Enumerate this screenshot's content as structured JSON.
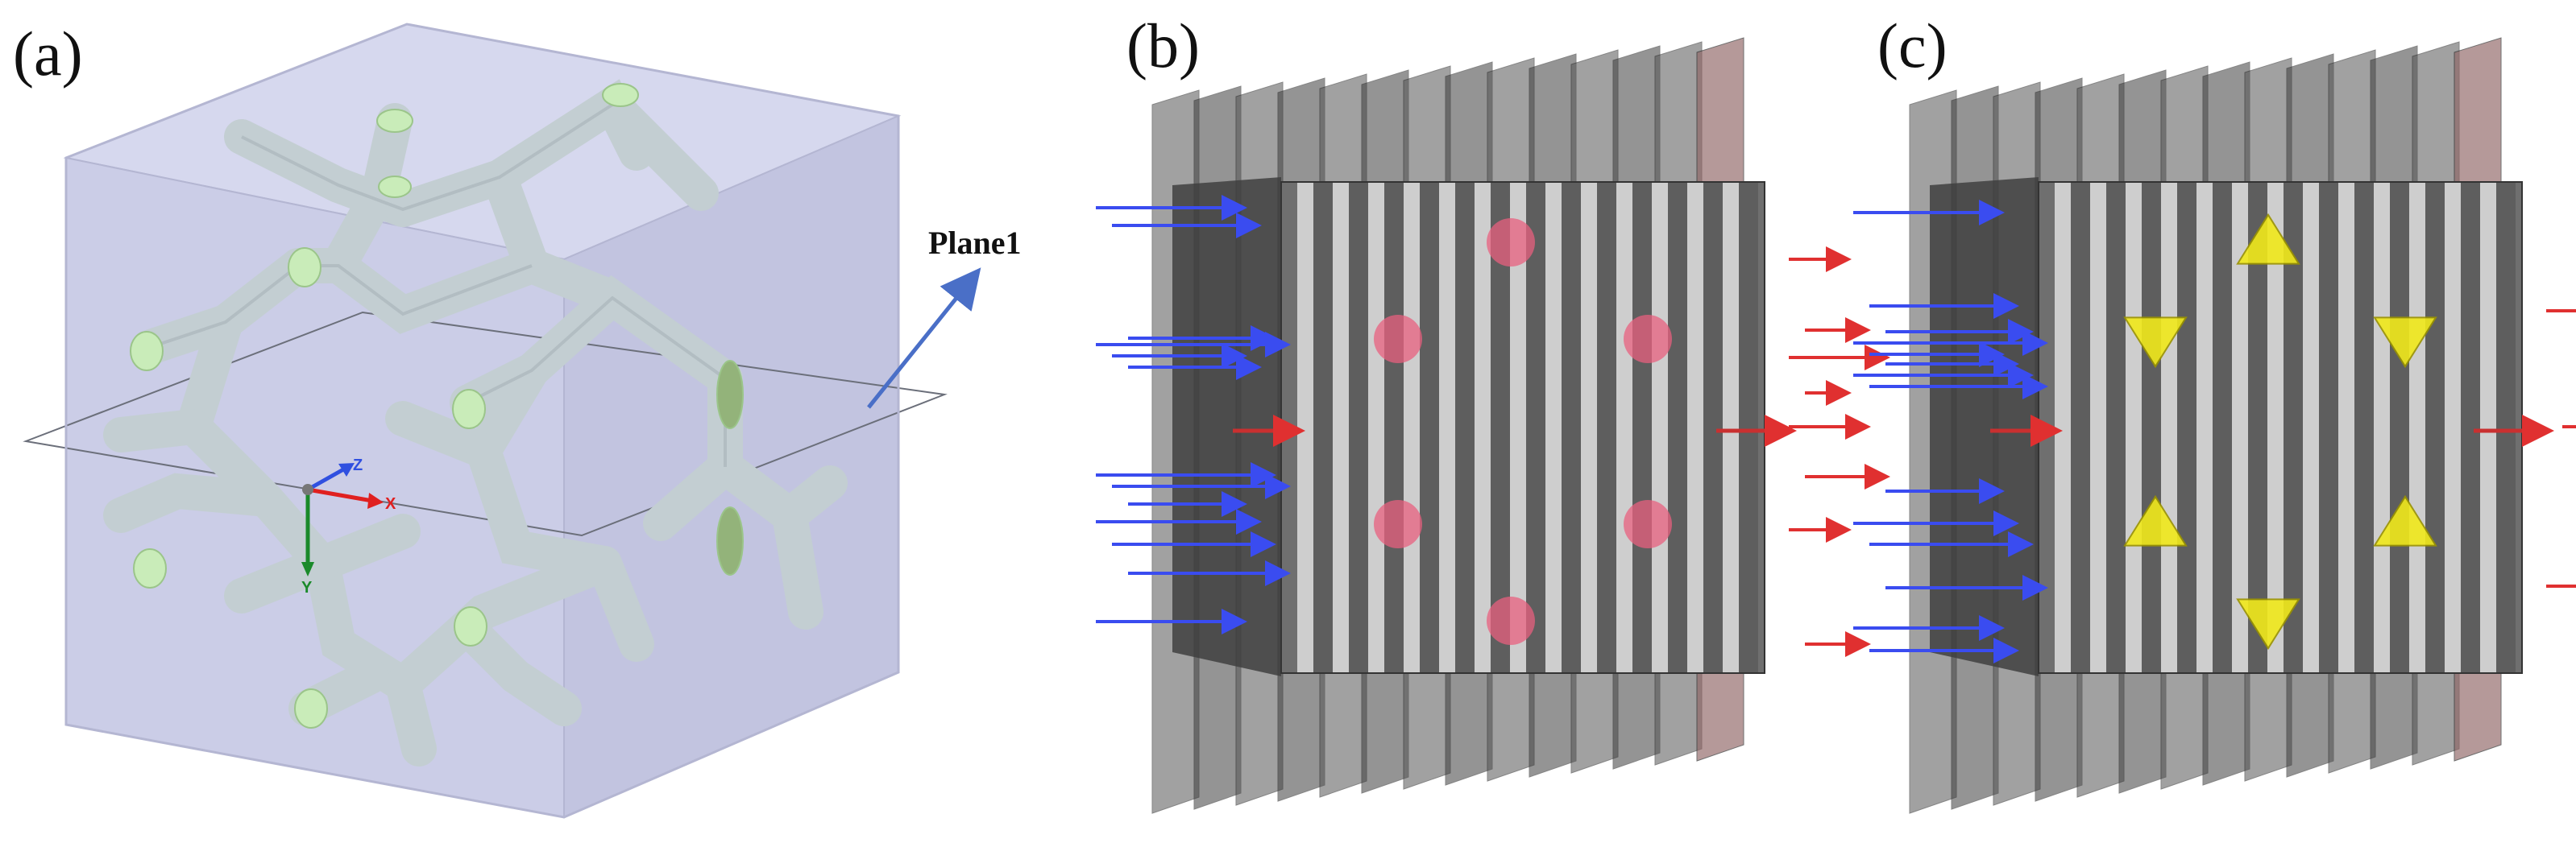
{
  "panels": {
    "a": {
      "label": "(a)",
      "plane_label": "Plane1",
      "axes": {
        "x": "X",
        "y": "Y",
        "z": "Z"
      }
    },
    "b": {
      "label": "(b)",
      "marker_shape": "circle",
      "marker_color": "#e8607f"
    },
    "c": {
      "label": "(c)",
      "marker_shape": "triangle",
      "marker_color": "#f1e91b"
    }
  },
  "colors": {
    "cube_face": "#c9cbe6",
    "strut": "#c3ced2",
    "strut_cap": "#c9ecb9",
    "flow_in": "#3a4cf0",
    "flow_out": "#e03030",
    "plane_arrow": "#4a6fc7"
  }
}
